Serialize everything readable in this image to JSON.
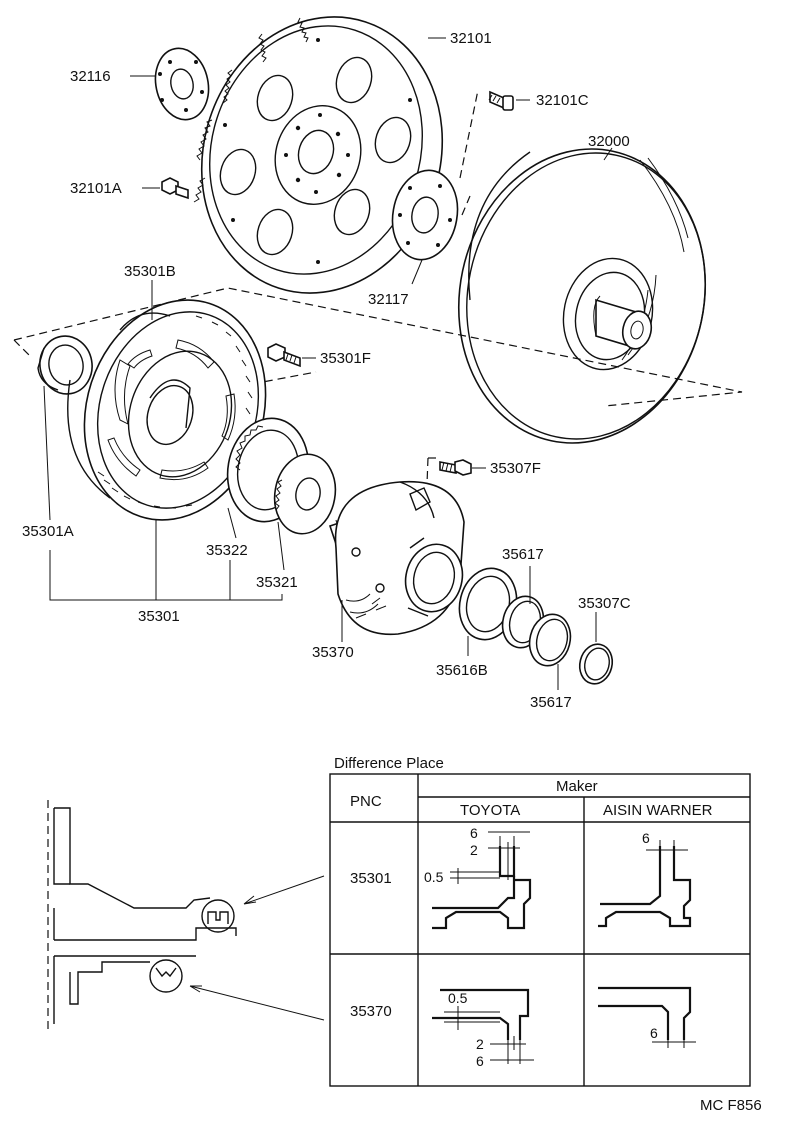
{
  "part_labels": {
    "p32101": "32101",
    "p32116": "32116",
    "p32101C": "32101C",
    "p32000": "32000",
    "p32101A": "32101A",
    "p32117": "32117",
    "p35301B": "35301B",
    "p35301F": "35301F",
    "p35307F": "35307F",
    "p35301A": "35301A",
    "p35322": "35322",
    "p35617a": "35617",
    "p35321": "35321",
    "p35307C": "35307C",
    "p35301": "35301",
    "p35370": "35370",
    "p35616B": "35616B",
    "p35617b": "35617"
  },
  "difference_table": {
    "title": "Difference Place",
    "pnc_header": "PNC",
    "maker_header": "Maker",
    "makers": [
      "TOYOTA",
      "AISIN WARNER"
    ],
    "rows": [
      {
        "pnc": "35301",
        "toyota_dims": [
          "6",
          "2",
          "0.5"
        ],
        "aisin_dims": [
          "6"
        ]
      },
      {
        "pnc": "35370",
        "toyota_dims": [
          "0.5",
          "2",
          "6"
        ],
        "aisin_dims": [
          "6"
        ]
      }
    ]
  },
  "figure_code": "MC F856"
}
